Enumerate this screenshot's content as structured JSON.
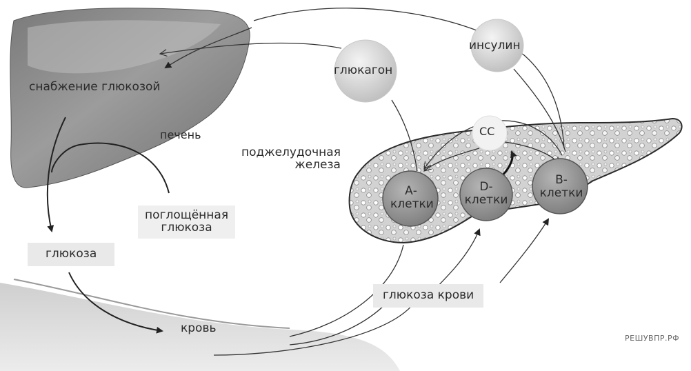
{
  "labels": {
    "glucose_supply": "снабжение глюкозой",
    "liver": "печень",
    "absorbed_glucose": "поглощённая\nглюкоза",
    "glucose": "глюкоза",
    "blood": "кровь",
    "pancreas": "поджелудочная\nжелеза",
    "glucagon": "глюкагон",
    "insulin": "инсулин",
    "ss": "СС",
    "a_cells": "А-\nклетки",
    "d_cells": "D-\nклетки",
    "b_cells": "В-\nклетки",
    "blood_glucose": "глюкоза крови"
  },
  "watermark": "РЕШУВПР.РФ",
  "colors": {
    "liver_fill": "#8f8f8f",
    "cell_fill": "#9a9a9a",
    "ball_fill": "#d9d9d9",
    "line": "#333333",
    "label_box": "#e9e9e9"
  }
}
